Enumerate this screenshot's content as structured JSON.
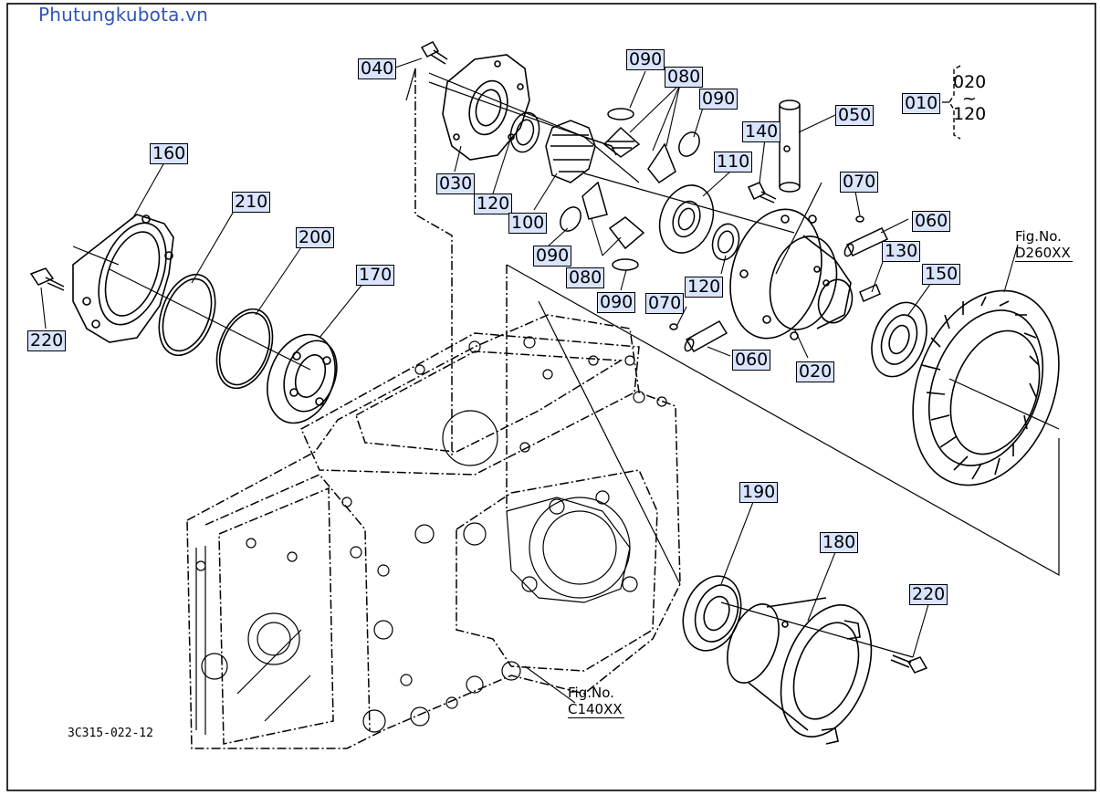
{
  "watermark": "Phutungkubota.vn",
  "drawing_code": "3C315-022-12",
  "parts": {
    "p040": "040",
    "p030": "030",
    "p120a": "120",
    "p100": "100",
    "p090a": "090",
    "p080a": "080",
    "p090b": "090",
    "p090c": "090",
    "p080b": "080",
    "p090d": "090",
    "p110": "110",
    "p120b": "120",
    "p140": "140",
    "p050": "050",
    "p010": "010",
    "p070a": "070",
    "p060a": "060",
    "p130": "130",
    "p150": "150",
    "p070b": "070",
    "p060b": "060",
    "p020": "020",
    "p160": "160",
    "p210": "210",
    "p200": "200",
    "p170": "170",
    "p220a": "220",
    "p190": "190",
    "p180": "180",
    "p220b": "220"
  },
  "range": {
    "from": "020",
    "sep": "~",
    "to": "120"
  },
  "figrefs": {
    "d260": {
      "label": "Fig.No.",
      "code": "D260XX"
    },
    "c140": {
      "label": "Fig.No.",
      "code": "C140XX"
    }
  }
}
